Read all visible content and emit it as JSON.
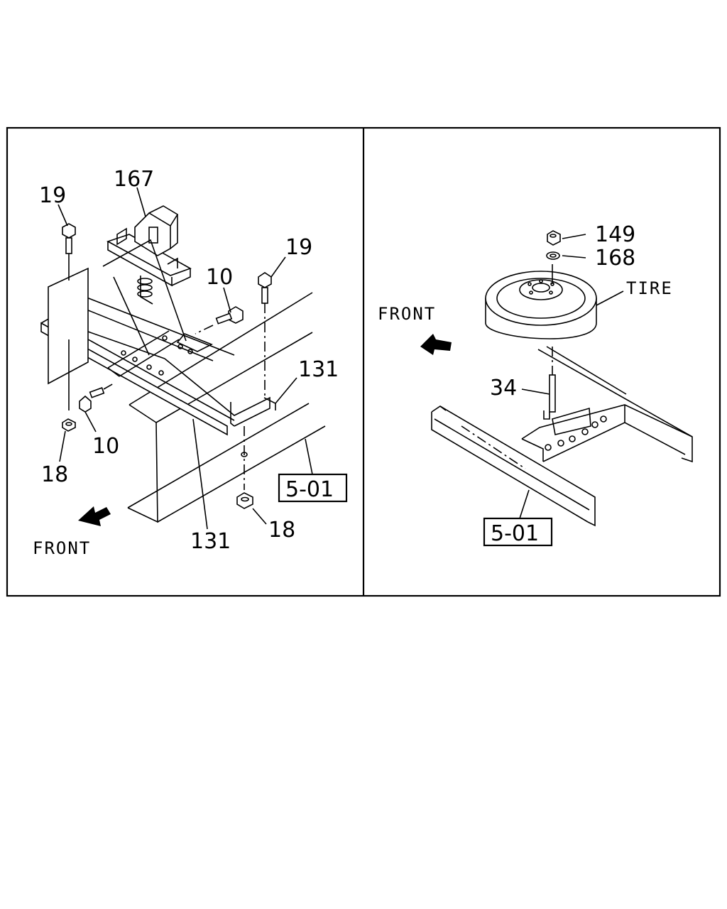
{
  "left_panel": {
    "callouts": {
      "bracket": "167",
      "bolt_top_left": "19",
      "bolt_top_right": "19",
      "bolt_mid": "10",
      "bolt_low": "10",
      "rail_right": "131",
      "rail_bottom": "131",
      "nut_left": "18",
      "nut_right": "18"
    },
    "reference": "5-01",
    "front_label": "FRONT"
  },
  "right_panel": {
    "callouts": {
      "nut": "149",
      "washer": "168",
      "tire": "TIRE",
      "hook_bolt": "34"
    },
    "reference": "5-01",
    "front_label": "FRONT"
  }
}
